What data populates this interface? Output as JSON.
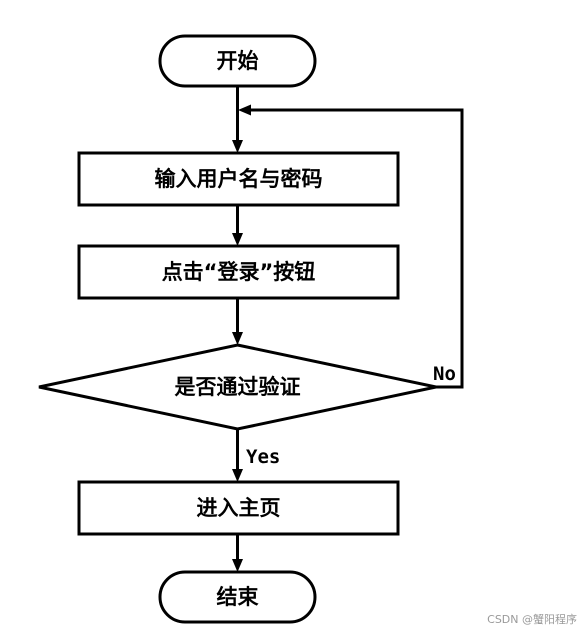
{
  "nodes": {
    "start": "开始",
    "input": "输入用户名与密码",
    "click_login": "点击“登录”按钮",
    "decision": "是否通过验证",
    "home": "进入主页",
    "end": "结束"
  },
  "edges": {
    "yes_label": "Yes",
    "no_label": "No"
  },
  "watermark": "CSDN @蟹阳程序"
}
